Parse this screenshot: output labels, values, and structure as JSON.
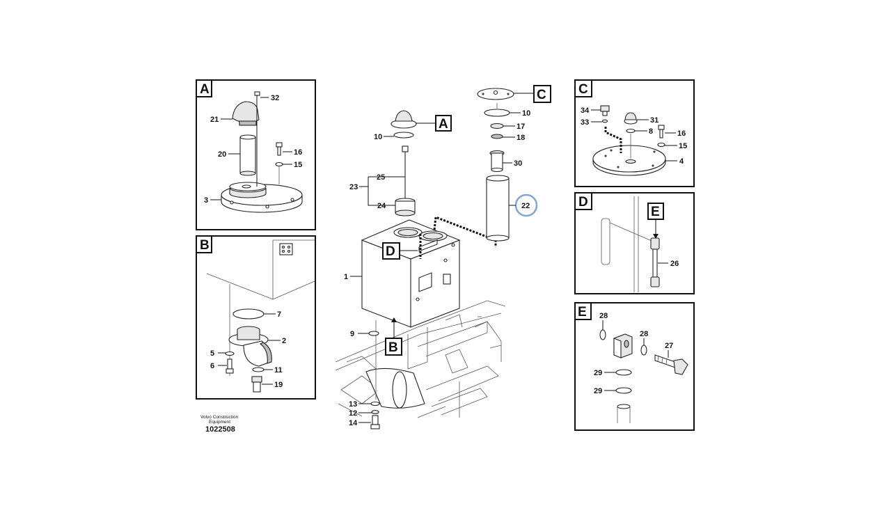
{
  "panels": {
    "A": {
      "letter": "A",
      "labels": {
        "n32": "32",
        "n21": "21",
        "n20": "20",
        "n16": "16",
        "n15": "15",
        "n3": "3"
      }
    },
    "B": {
      "letter": "B",
      "labels": {
        "n7": "7",
        "n2": "2",
        "n5": "5",
        "n6": "6",
        "n11": "11",
        "n19": "19"
      }
    },
    "C": {
      "letter": "C",
      "labels": {
        "n34": "34",
        "n33": "33",
        "n31": "31",
        "n8": "8",
        "n16": "16",
        "n15": "15",
        "n4": "4"
      }
    },
    "D": {
      "letter": "D",
      "callout": "E",
      "labels": {
        "n26": "26"
      }
    },
    "E": {
      "letter": "E",
      "labels": {
        "n28a": "28",
        "n28b": "28",
        "n27": "27",
        "n29a": "29",
        "n29b": "29"
      }
    }
  },
  "main": {
    "callouts": {
      "A": "A",
      "B": "B",
      "C": "C",
      "D": "D"
    },
    "labels": {
      "n10a": "10",
      "n25": "25",
      "n23": "23",
      "n24": "24",
      "n1": "1",
      "n9": "9",
      "n13": "13",
      "n12": "12",
      "n14": "14",
      "n10b": "10",
      "n17": "17",
      "n18": "18",
      "n30": "30",
      "n22": "22"
    },
    "highlight_color": "#7fa7d4"
  },
  "footer": {
    "brand_line1": "Volvo Construction",
    "brand_line2": "Equipment",
    "doc_number": "1022508"
  }
}
